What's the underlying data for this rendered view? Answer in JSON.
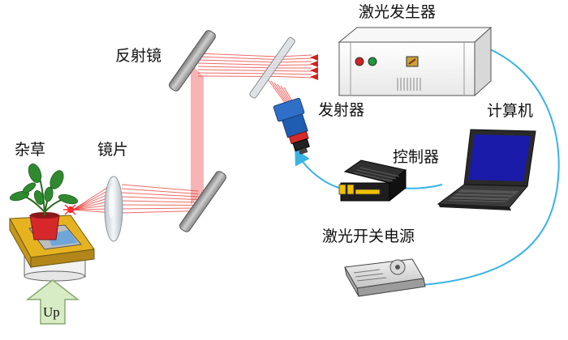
{
  "labels": {
    "laser_generator": "激光发生器",
    "mirror": "反射镜",
    "emitter": "发射器",
    "computer": "计算机",
    "weed": "杂草",
    "lens": "镜片",
    "controller": "控制器",
    "laser_switch_power": "激光开关电源",
    "up": "Up"
  },
  "colors": {
    "laser": "#e53935",
    "cable": "#39b3e6",
    "lift_arrow": "#d7ecc4",
    "tray": "#e6b320",
    "pot": "#d6282a",
    "laptop_screen": "#1a1aa8"
  }
}
